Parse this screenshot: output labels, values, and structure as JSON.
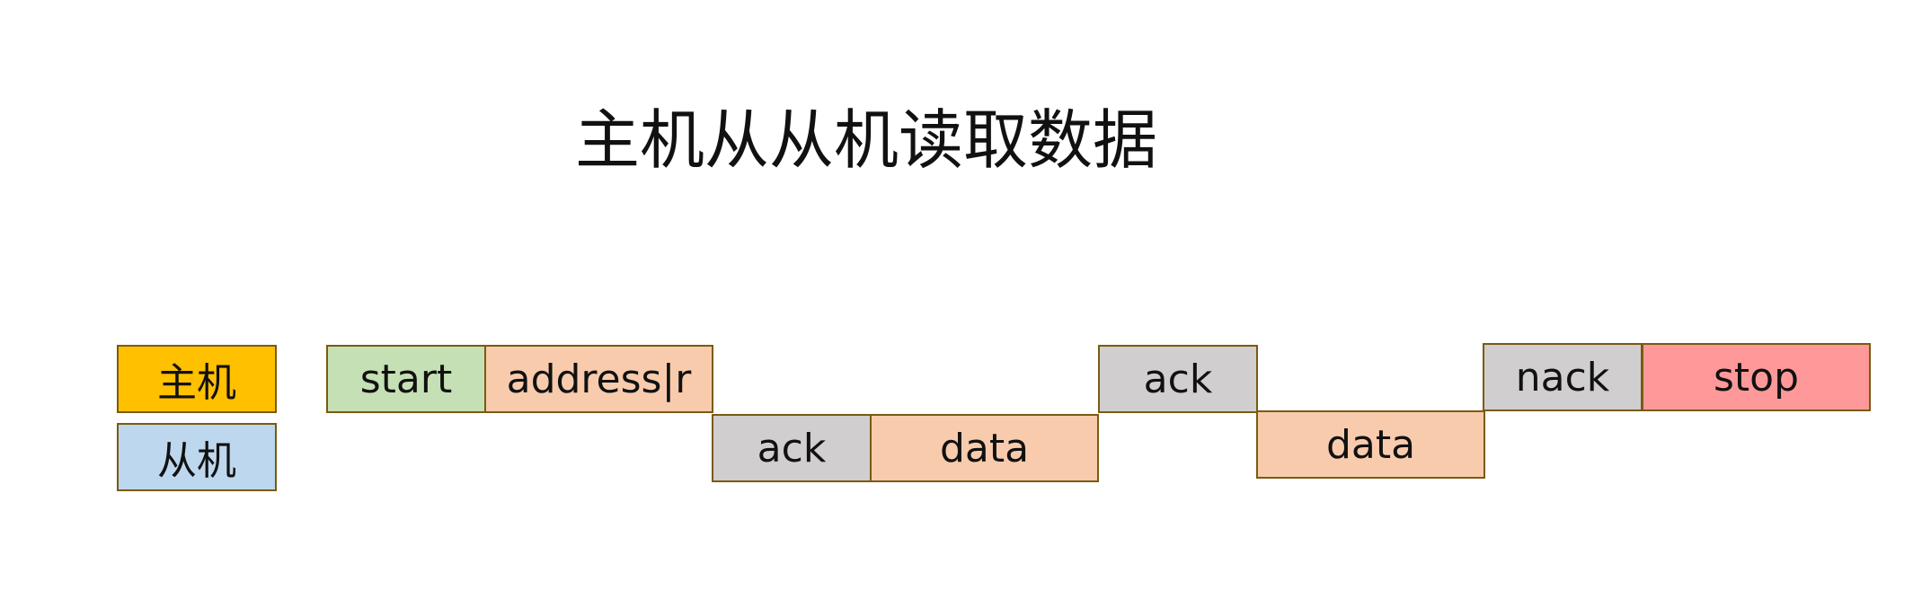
{
  "title": "主机从从机读取数据",
  "colors": {
    "master": "#ffc000",
    "slave": "#bdd7ee",
    "start": "#c5e0b4",
    "address_data": "#f8cbad",
    "ack": "#d0cece",
    "stop": "#ff9999",
    "border": "#7a5a12"
  },
  "legend": {
    "master": "主机",
    "slave": "从机"
  },
  "sequence": {
    "start": "start",
    "address": "address|r",
    "ack1": "ack",
    "data1": "data",
    "ack2": "ack",
    "data2": "data",
    "nack": "nack",
    "stop": "stop"
  }
}
